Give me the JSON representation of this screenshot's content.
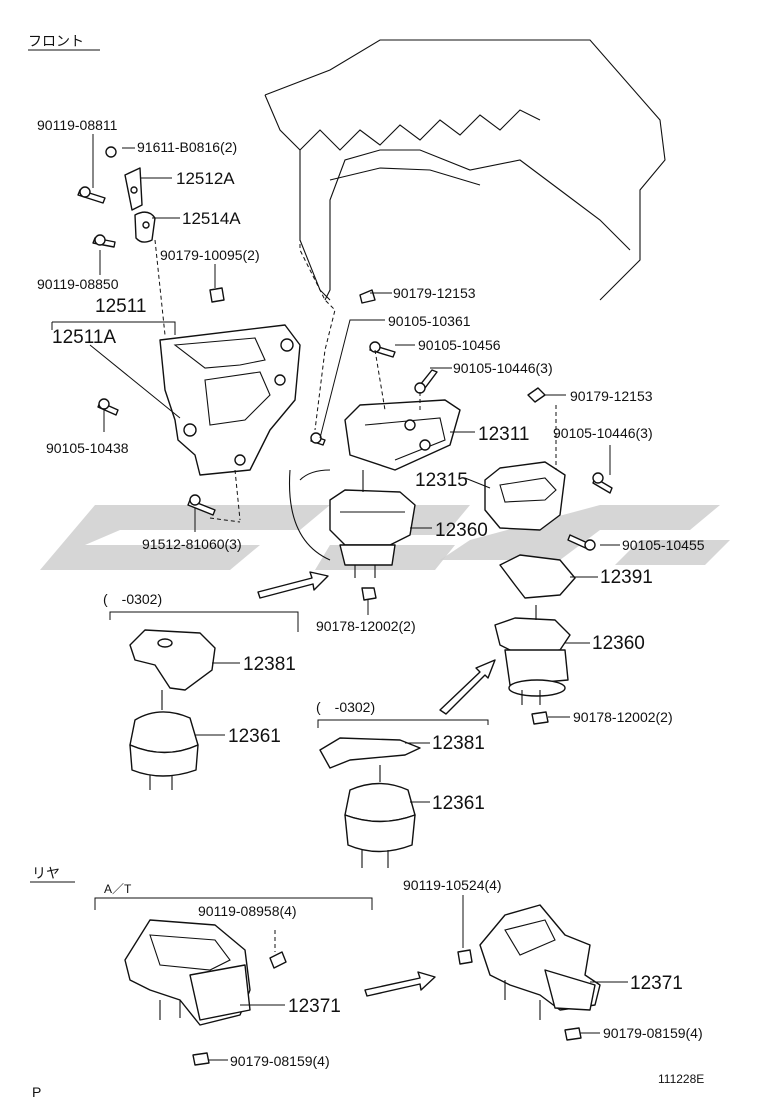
{
  "header": {
    "front_label": "フロント",
    "rear_label": "リヤ"
  },
  "groups": {
    "early_left": "(　-0302)",
    "early_right": "(　-0302)",
    "at_label": "A／T"
  },
  "parts": {
    "p1": "90119-08811",
    "p2": "91611-B0816(2)",
    "p3": "12512A",
    "p4": "12514A",
    "p5": "90179-10095(2)",
    "p6": "90119-08850",
    "p7": "12511",
    "p8": "12511A",
    "p9": "90105-10438",
    "p10": "91512-81060(3)",
    "p11": "90179-12153",
    "p12": "90105-10361",
    "p13": "90105-10456",
    "p14": "90105-10446(3)",
    "p15": "90179-12153",
    "p16": "12311",
    "p17": "90105-10446(3)",
    "p18": "12315",
    "p19": "12360",
    "p20": "90105-10455",
    "p21": "12391",
    "p22": "90178-12002(2)",
    "p23": "12360",
    "p24": "12381",
    "p25": "90178-12002(2)",
    "p26": "12361",
    "p27": "12381",
    "p28": "12361",
    "p29": "90119-10524(4)",
    "p30": "90119-08958(4)",
    "p31": "12371",
    "p32": "12371",
    "p33": "90179-08159(4)",
    "p34": "90179-08159(4)"
  },
  "footer": {
    "page_letter": "P",
    "diagram_code": "111228E"
  }
}
